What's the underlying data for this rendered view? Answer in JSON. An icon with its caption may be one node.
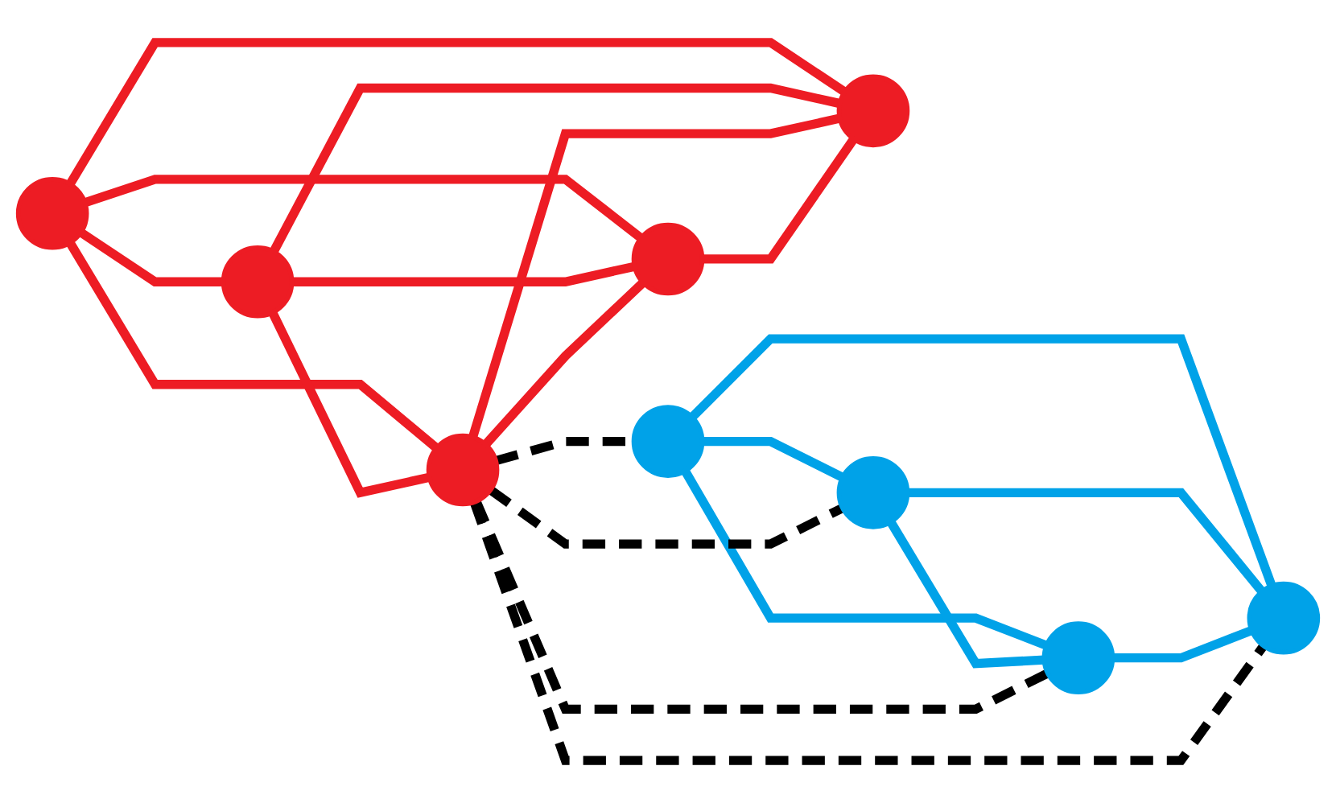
{
  "diagram": {
    "nodes": [
      {
        "text": [],
        "shape": "circle"
      },
      {
        "text": [],
        "shape": "circle"
      },
      {
        "text": [],
        "shape": "circle"
      },
      {
        "text": [],
        "shape": "circle"
      },
      {
        "text": [],
        "shape": "circle"
      },
      {
        "text": [],
        "shape": "circle"
      },
      {
        "text": [],
        "shape": "circle"
      },
      {
        "text": [],
        "shape": "circle"
      },
      {
        "text": [],
        "shape": "circle"
      }
    ],
    "edges": [
      {
        "from": 0,
        "to": 1,
        "arrow": "none"
      },
      {
        "from": 0,
        "to": 2,
        "arrow": "none"
      },
      {
        "from": 0,
        "to": 3,
        "arrow": "none"
      },
      {
        "from": 0,
        "to": 4,
        "arrow": "none"
      },
      {
        "from": 1,
        "to": 2,
        "arrow": "none"
      },
      {
        "from": 1,
        "to": 3,
        "arrow": "none"
      },
      {
        "from": 1,
        "to": 4,
        "arrow": "none"
      },
      {
        "from": 2,
        "to": 3,
        "arrow": "none"
      },
      {
        "from": 2,
        "to": 4,
        "arrow": "none"
      },
      {
        "from": 3,
        "to": 4,
        "arrow": "none"
      },
      {
        "from": 5,
        "to": 6,
        "arrow": "none",
        "color": "#00a2e8"
      },
      {
        "from": 5,
        "to": 7,
        "arrow": "none",
        "color": "#00a2e8"
      },
      {
        "from": 5,
        "to": 8,
        "arrow": "none",
        "color": "#00a2e8"
      },
      {
        "from": 6,
        "to": 7,
        "arrow": "none",
        "color": "#00a2e8"
      },
      {
        "from": 6,
        "to": 8,
        "arrow": "none",
        "color": "#00a2e8"
      },
      {
        "from": 7,
        "to": 8,
        "arrow": "none",
        "color": "#00a2e8"
      },
      {
        "from": 2,
        "to": 5,
        "arrow": "none",
        "style": "dashed",
        "color": "#000000"
      },
      {
        "from": 2,
        "to": 6,
        "arrow": "none",
        "style": "dashed",
        "color": "#000000"
      },
      {
        "from": 2,
        "to": 7,
        "arrow": "none",
        "style": "dashed",
        "color": "#000000"
      },
      {
        "from": 2,
        "to": 8,
        "arrow": "none",
        "style": "dashed",
        "color": "#000000"
      }
    ]
  }
}
